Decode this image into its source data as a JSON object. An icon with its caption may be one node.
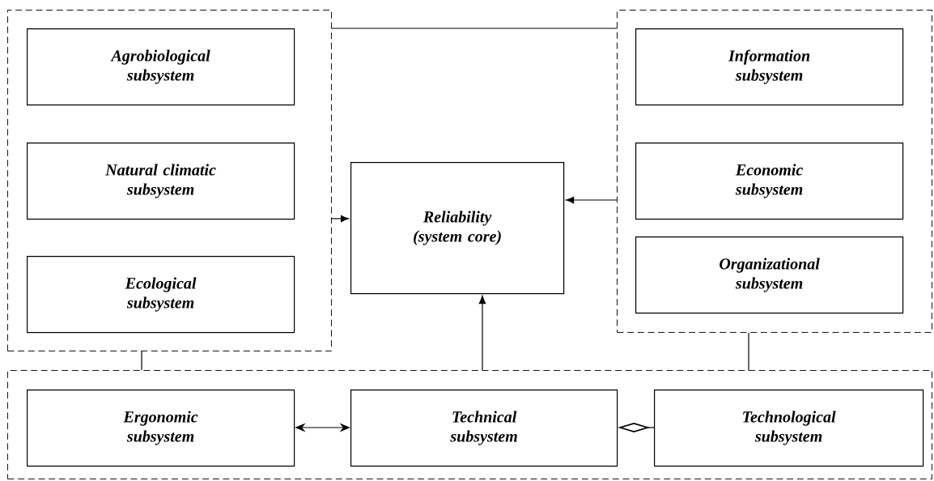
{
  "diagram": {
    "nodes": [
      {
        "text": [],
        "shape": "box"
      },
      {
        "text": [
          "Agrobiological subsystem"
        ],
        "in": 0
      },
      {
        "text": [
          "Natural climatic subsystem"
        ],
        "in": 0
      },
      {
        "text": [
          "Ecological subsystem"
        ],
        "in": 0
      },
      {
        "text": [
          "Reliability (system core)"
        ]
      },
      {
        "text": [],
        "shape": "box"
      },
      {
        "text": [
          "Information subsystem"
        ],
        "in": 5
      },
      {
        "text": [
          "Economic subsystem"
        ],
        "in": 5
      },
      {
        "text": [
          "Organizational subsystem"
        ],
        "in": 5
      },
      {
        "text": [],
        "shape": "box"
      },
      {
        "text": [
          "Ergonomic subsystem"
        ],
        "in": 9
      },
      {
        "text": [
          "Technical subsystem"
        ],
        "in": 9
      },
      {
        "text": [
          "Technological subsystem"
        ],
        "in": 9
      }
    ],
    "edges": [
      {
        "from": 0,
        "to": 4,
        "arrow": "to"
      },
      {
        "from": 5,
        "to": 4,
        "arrow": "to"
      },
      {
        "from": 9,
        "to": 4,
        "arrow": "to"
      },
      {
        "from": 0,
        "to": 5,
        "arrow": "none"
      },
      {
        "from": 0,
        "to": 9,
        "arrow": "none"
      },
      {
        "from": 5,
        "to": 9,
        "arrow": "none"
      },
      {
        "from": 10,
        "to": 11,
        "arrow": "both"
      },
      {
        "from": 11,
        "to": 12,
        "arrow": "other"
      }
    ]
  }
}
